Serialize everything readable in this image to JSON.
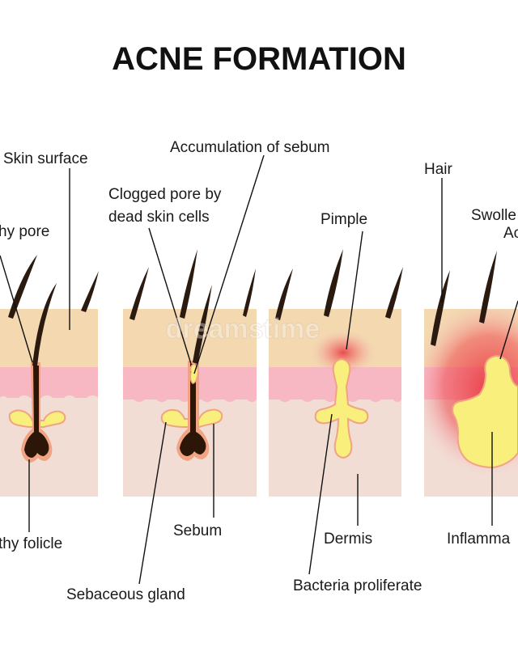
{
  "title": "ACNE FORMATION",
  "labels": {
    "skin_surface": "Skin surface",
    "healthy_pore": "hy pore",
    "healthy_folicle": "thy folicle",
    "accumulation": "Accumulation of sebum",
    "clogged_line1": "Clogged pore by",
    "clogged_line2": "dead skin cells",
    "sebum": "Sebum",
    "sebaceous_gland": "Sebaceous gland",
    "pimple": "Pimple",
    "dermis": "Dermis",
    "bacteria": "Bacteria proliferate",
    "hair": "Hair",
    "swollen_line1": "Swolle",
    "swollen_line2": "Ac",
    "inflammation": "Inflamma"
  },
  "watermark": "dreamstime",
  "colors": {
    "epidermis": "#f3d8b0",
    "pink_layer": "#f7b8c4",
    "dermis": "#f1ddd4",
    "follicle_outline": "#f0a483",
    "follicle_dark": "#2b1608",
    "sebum": "#f8ef7c",
    "inflammation": "#e8343a"
  }
}
